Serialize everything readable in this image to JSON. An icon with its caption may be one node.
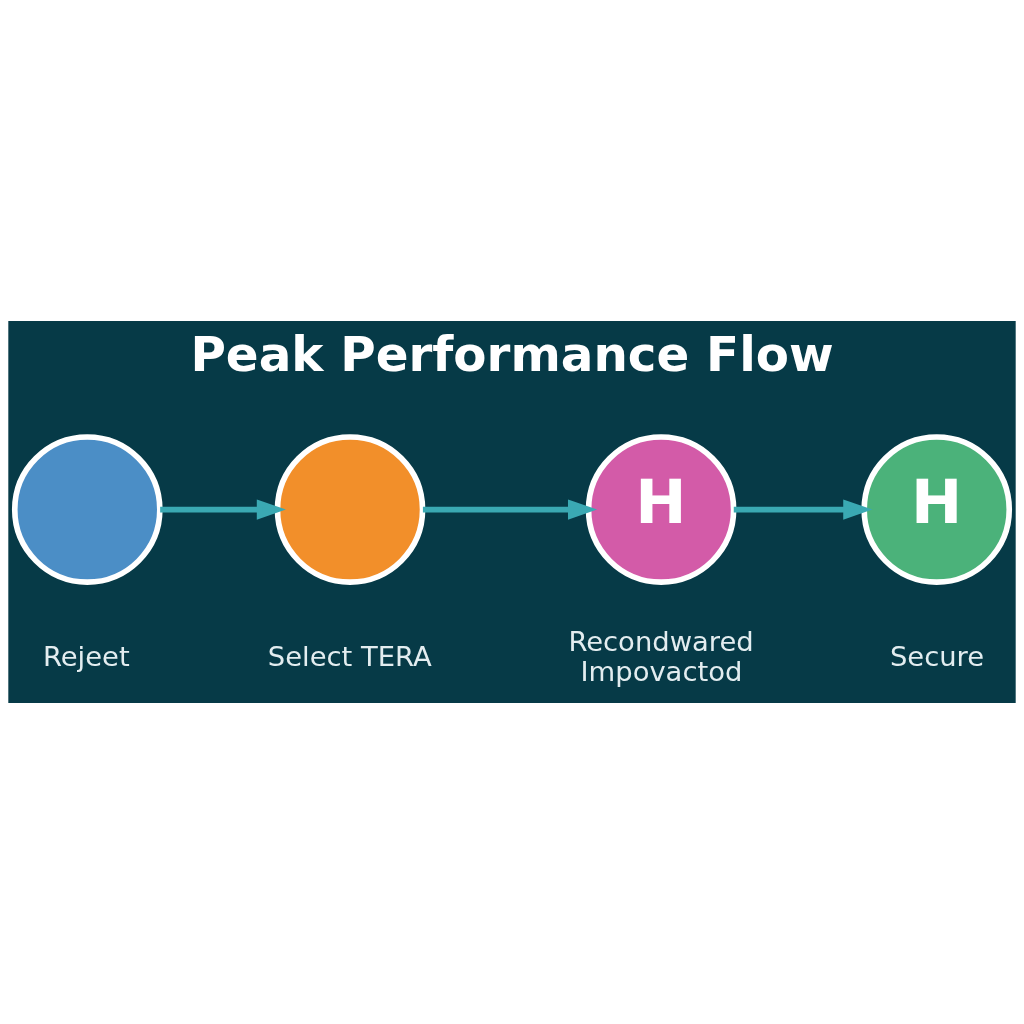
{
  "diagram": {
    "title": "Peak Performance Flow",
    "nodes": [
      {
        "text": [],
        "shape": "circle",
        "beside": [
          "Rejeet"
        ]
      },
      {
        "text": [],
        "shape": "circle",
        "beside": [
          "Select TERA"
        ]
      },
      {
        "text": [
          "H"
        ],
        "beside": [
          "Recondwared Impovactod"
        ]
      },
      {
        "text": [
          "H"
        ],
        "beside": [
          "Secure"
        ]
      }
    ],
    "edges": [
      {
        "from": 0,
        "to": 1,
        "arrow": "to"
      },
      {
        "from": 1,
        "to": 2,
        "arrow": "to"
      },
      {
        "from": 2,
        "to": 3,
        "arrow": "to"
      }
    ]
  }
}
